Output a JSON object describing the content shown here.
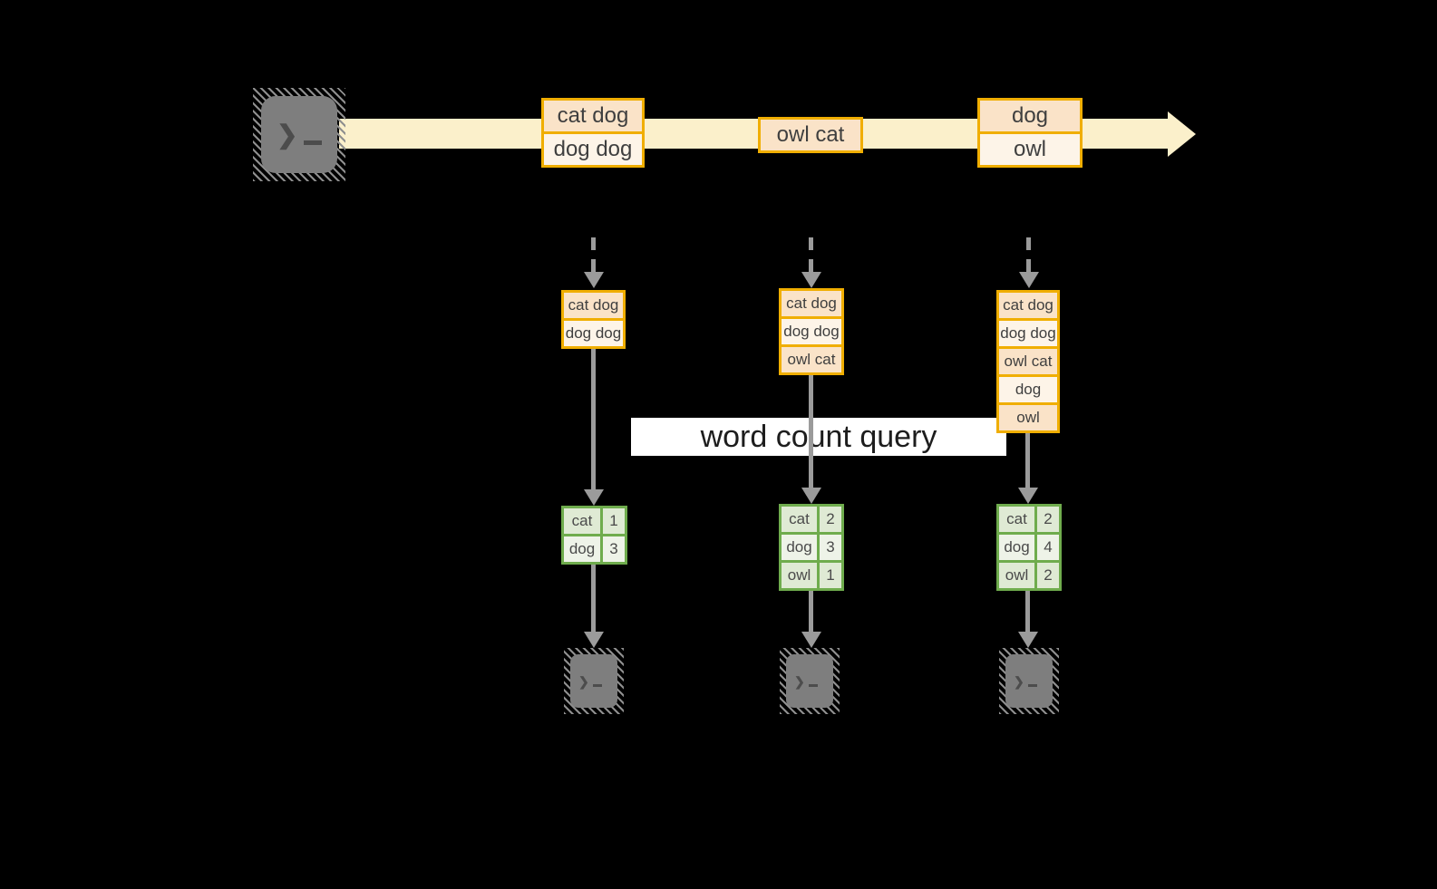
{
  "query_label": "word count query",
  "icons": {
    "terminal_prompt": "❯"
  },
  "colors": {
    "background": "#000000",
    "stream_band": "#FBF0CB",
    "event_border": "#F0AE00",
    "event_fill_dark": "#FAE3C8",
    "event_fill_light": "#FDF4E8",
    "table_border": "#6FAC4D",
    "table_fill_dark": "#DFEAD4",
    "table_fill_light": "#EEF3E8",
    "arrow_gray": "#9B9B9B",
    "terminal_gray": "#7E7E7E",
    "query_label_bg": "#FFFFFF",
    "text_dark": "#3F3F3F"
  },
  "stream": {
    "events": [
      {
        "rows": [
          "cat dog",
          "dog dog"
        ]
      },
      {
        "rows": [
          "owl cat"
        ]
      },
      {
        "rows": [
          "dog",
          "owl"
        ]
      }
    ]
  },
  "windows": [
    {
      "rows": [
        "cat dog",
        "dog dog"
      ]
    },
    {
      "rows": [
        "cat dog",
        "dog dog",
        "owl cat"
      ]
    },
    {
      "rows": [
        "cat dog",
        "dog dog",
        "owl cat",
        "dog",
        "owl"
      ]
    }
  ],
  "results": [
    {
      "rows": [
        [
          "cat",
          "1"
        ],
        [
          "dog",
          "3"
        ]
      ]
    },
    {
      "rows": [
        [
          "cat",
          "2"
        ],
        [
          "dog",
          "3"
        ],
        [
          "owl",
          "1"
        ]
      ]
    },
    {
      "rows": [
        [
          "cat",
          "2"
        ],
        [
          "dog",
          "4"
        ],
        [
          "owl",
          "2"
        ]
      ]
    }
  ]
}
